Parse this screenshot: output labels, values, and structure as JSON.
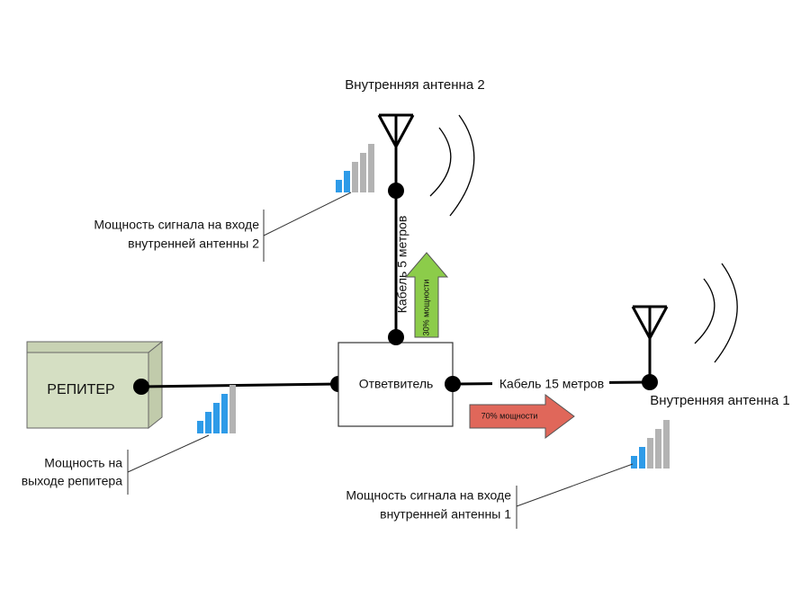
{
  "labels": {
    "internal_antenna_2": "Внутренняя антенна 2",
    "internal_antenna_1": "Внутренняя антенна 1",
    "repeater": "РЕПИТЕР",
    "coupler": "Ответвитель",
    "cable_5m": "Кабель 5 метров",
    "cable_15m": "Кабель 15 метров",
    "power_30": "30% мощности",
    "power_70": "70% мощности",
    "callout_antenna2_line1": "Мощность сигнала на входе",
    "callout_antenna2_line2": "внутренней антенны 2",
    "callout_repeater_line1": "Мощность на",
    "callout_repeater_line2": "выходе репитера",
    "callout_antenna1_line1": "Мощность сигнала на входе",
    "callout_antenna1_line2": "внутренней антенны 1"
  },
  "signal_levels": {
    "repeater_output": {
      "active_bars": 4,
      "total_bars": 5
    },
    "antenna_2_input": {
      "active_bars": 2,
      "total_bars": 5
    },
    "antenna_1_input": {
      "active_bars": 2,
      "total_bars": 5
    }
  },
  "colors": {
    "bar_active": "#2e9be8",
    "bar_inactive": "#b3b3b3",
    "arrow_30": "#8ccc4a",
    "arrow_70": "#e0675a",
    "repeater_fill": "#d5dfc3",
    "line": "#000000"
  }
}
